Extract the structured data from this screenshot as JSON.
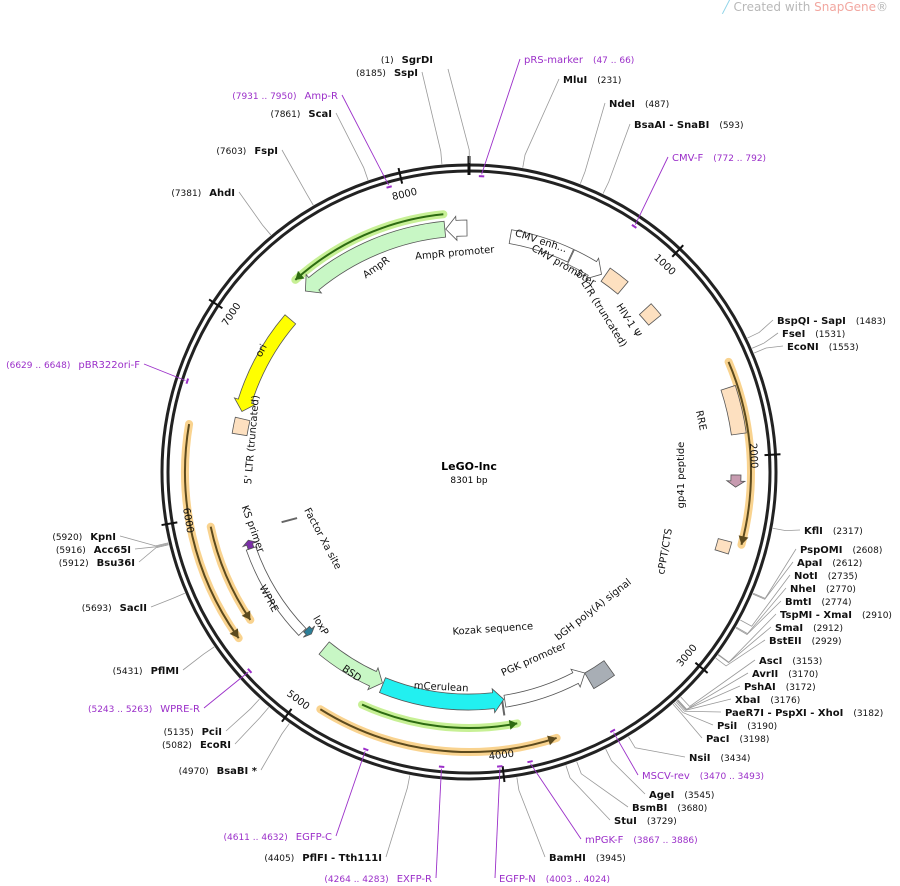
{
  "logo": {
    "prefix": "Created with ",
    "brand": "SnapGene",
    "suffix": "®"
  },
  "plasmid": {
    "name": "LeGO-lnc",
    "length_label": "8301 bp",
    "length": 8301
  },
  "tick_labels": [
    "1000",
    "2000",
    "3000",
    "4000",
    "5000",
    "6000",
    "7000",
    "8000"
  ],
  "colors": {
    "primer": "#9b2fc9",
    "ampr": "#c8f7c5",
    "ori": "#ffff00",
    "ltr": "#fde0c0",
    "mcerulean": "#22f0f0",
    "bgh": "#a8aeb5",
    "loxp": "#2c7f99",
    "orange": "#f7c873"
  },
  "features": [
    {
      "label": "AmpR",
      "start": 7330,
      "end": 8170,
      "strand": -1,
      "kind": "arrow",
      "color": "#c8f7c5"
    },
    {
      "label": "AmpR promoter",
      "start": 8175,
      "end": 8290,
      "strand": -1,
      "kind": "arrow",
      "color": "#ffffff"
    },
    {
      "label": "ori",
      "start": 6570,
      "end": 7160,
      "strand": -1,
      "kind": "arrow",
      "color": "#ffff00"
    },
    {
      "label": "5' LTR (truncated)",
      "start": 6440,
      "end": 6530,
      "strand": 0,
      "kind": "box",
      "color": "#fde0c0"
    },
    {
      "label": "CMV enh...",
      "start": 230,
      "end": 580,
      "strand": 1,
      "kind": "box",
      "color": "#ffffff"
    },
    {
      "label": "CMV promoter",
      "start": 585,
      "end": 780,
      "strand": 1,
      "kind": "arrow",
      "color": "#ffffff"
    },
    {
      "label": "5' LTR (truncated)",
      "start": 800,
      "end": 920,
      "strand": 0,
      "kind": "box",
      "color": "#fde0c0"
    },
    {
      "label": "HIV-1 Ψ",
      "start": 1090,
      "end": 1170,
      "strand": 0,
      "kind": "box",
      "color": "#fde0c0"
    },
    {
      "label": "RRE",
      "start": 1660,
      "end": 1890,
      "strand": 0,
      "kind": "box",
      "color": "#fde0c0"
    },
    {
      "label": "gp41 peptide",
      "start": 2090,
      "end": 2150,
      "strand": 1,
      "kind": "arrow",
      "color": "#c79bb0"
    },
    {
      "label": "cPPT/CTS",
      "start": 2420,
      "end": 2480,
      "strand": 0,
      "kind": "box",
      "color": "#fde0c0"
    },
    {
      "label": "bGH poly(A) signal",
      "start": 3330,
      "end": 3460,
      "strand": 0,
      "kind": "box",
      "color": "#a8aeb5"
    },
    {
      "label": "PGK promoter",
      "start": 3460,
      "end": 3945,
      "strand": -1,
      "kind": "arrow",
      "color": "#ffffff"
    },
    {
      "label": "Kozak sequence",
      "start": 3960,
      "end": 3970,
      "strand": 0,
      "kind": "tiny",
      "color": "#888888"
    },
    {
      "label": "mCerulean",
      "start": 3950,
      "end": 4660,
      "strand": -1,
      "kind": "arrow",
      "color": "#22f0f0"
    },
    {
      "label": "BSD",
      "start": 4665,
      "end": 5060,
      "strand": -1,
      "kind": "arrow",
      "color": "#c8f7c5"
    },
    {
      "label": "loxP",
      "start": 5170,
      "end": 5210,
      "strand": -1,
      "kind": "arrow",
      "color": "#2c7f99"
    },
    {
      "label": "WPRE",
      "start": 5215,
      "end": 5780,
      "strand": 0,
      "kind": "box",
      "color": "#ffffff"
    },
    {
      "label": "KS primer",
      "start": 5780,
      "end": 5830,
      "strand": 1,
      "kind": "arrow",
      "color": "#7b2fa8"
    },
    {
      "label": "Factor Xa site",
      "start": 5880,
      "end": 5895,
      "strand": 0,
      "kind": "tiny",
      "color": "#888888"
    }
  ],
  "orange_arcs": [
    {
      "start": 1545,
      "end": 2420,
      "strand": 1
    },
    {
      "start": 3730,
      "end": 4890,
      "strand": -1
    },
    {
      "start": 5400,
      "end": 6450,
      "strand": -1
    },
    {
      "start": 5440,
      "end": 5950,
      "strand": -1
    }
  ],
  "green_arcs": [
    {
      "start": 7330,
      "end": 8170,
      "strand": -1
    },
    {
      "start": 3900,
      "end": 4720,
      "strand": -1
    }
  ],
  "sites": [
    {
      "name": "SgrDI",
      "bp": "1",
      "pos": 1
    },
    {
      "name": "MluI",
      "bp": "231",
      "pos": 231
    },
    {
      "name": "NdeI",
      "bp": "487",
      "pos": 487
    },
    {
      "name": "BsaAI  -  SnaBI",
      "bp": "593",
      "pos": 593
    },
    {
      "name": "BspQI  -  SapI",
      "bp": "1483",
      "pos": 1483
    },
    {
      "name": "FseI",
      "bp": "1531",
      "pos": 1531
    },
    {
      "name": "EcoNI",
      "bp": "1553",
      "pos": 1553
    },
    {
      "name": "KflI",
      "bp": "2317",
      "pos": 2317
    },
    {
      "name": "PspOMI",
      "bp": "2608",
      "pos": 2608
    },
    {
      "name": "ApaI",
      "bp": "2612",
      "pos": 2612
    },
    {
      "name": "NotI",
      "bp": "2735",
      "pos": 2735
    },
    {
      "name": "NheI",
      "bp": "2770",
      "pos": 2770
    },
    {
      "name": "BmtI",
      "bp": "2774",
      "pos": 2774
    },
    {
      "name": "TspMI  -  XmaI",
      "bp": "2910",
      "pos": 2910
    },
    {
      "name": "SmaI",
      "bp": "2912",
      "pos": 2912
    },
    {
      "name": "BstEII",
      "bp": "2929",
      "pos": 2929
    },
    {
      "name": "AscI",
      "bp": "3153",
      "pos": 3153
    },
    {
      "name": "AvrII",
      "bp": "3170",
      "pos": 3170
    },
    {
      "name": "PshAI",
      "bp": "3172",
      "pos": 3172
    },
    {
      "name": "XbaI",
      "bp": "3176",
      "pos": 3176
    },
    {
      "name": "PaeR7I  -  PspXI  -  XhoI",
      "bp": "3182",
      "pos": 3182
    },
    {
      "name": "PsiI",
      "bp": "3190",
      "pos": 3190
    },
    {
      "name": "PacI",
      "bp": "3198",
      "pos": 3198
    },
    {
      "name": "NsiI",
      "bp": "3434",
      "pos": 3434
    },
    {
      "name": "AgeI",
      "bp": "3545",
      "pos": 3545
    },
    {
      "name": "BsmBI",
      "bp": "3680",
      "pos": 3680
    },
    {
      "name": "StuI",
      "bp": "3729",
      "pos": 3729
    },
    {
      "name": "BamHI",
      "bp": "3945",
      "pos": 3945
    },
    {
      "name": "PflFI  -  Tth111I",
      "bp": "4405",
      "pos": 4405
    },
    {
      "name": "BsaBI  *",
      "bp": "4970",
      "pos": 4970,
      "faded": true
    },
    {
      "name": "EcoRI",
      "bp": "5082",
      "pos": 5082
    },
    {
      "name": "PciI",
      "bp": "5135",
      "pos": 5135
    },
    {
      "name": "PflMI",
      "bp": "5431",
      "pos": 5431
    },
    {
      "name": "SacII",
      "bp": "5693",
      "pos": 5693
    },
    {
      "name": "Bsu36I",
      "bp": "5912",
      "pos": 5912
    },
    {
      "name": "Acc65I",
      "bp": "5916",
      "pos": 5916
    },
    {
      "name": "KpnI",
      "bp": "5920",
      "pos": 5920
    },
    {
      "name": "AhdI",
      "bp": "7381",
      "pos": 7381
    },
    {
      "name": "FspI",
      "bp": "7603",
      "pos": 7603
    },
    {
      "name": "ScaI",
      "bp": "7861",
      "pos": 7861
    },
    {
      "name": "SspI",
      "bp": "8185",
      "pos": 8185
    }
  ],
  "primers": [
    {
      "name": "pRS-marker",
      "range": "47 .. 66",
      "pos": 56
    },
    {
      "name": "CMV-F",
      "range": "772 .. 792",
      "pos": 782
    },
    {
      "name": "MSCV-rev",
      "range": "3470 .. 3493",
      "pos": 3481
    },
    {
      "name": "mPGK-F",
      "range": "3867 .. 3886",
      "pos": 3876
    },
    {
      "name": "EGFP-N",
      "range": "4003 .. 4024",
      "pos": 4013
    },
    {
      "name": "EXFP-R",
      "range": "4264 .. 4283",
      "pos": 4273
    },
    {
      "name": "EGFP-C",
      "range": "4611 .. 4632",
      "pos": 4621
    },
    {
      "name": "WPRE-R",
      "range": "5243 .. 5263",
      "pos": 5253
    },
    {
      "name": "pBR322ori-F",
      "range": "6629 .. 6648",
      "pos": 6638
    },
    {
      "name": "Amp-R",
      "range": "7931 .. 7950",
      "pos": 7940
    }
  ]
}
